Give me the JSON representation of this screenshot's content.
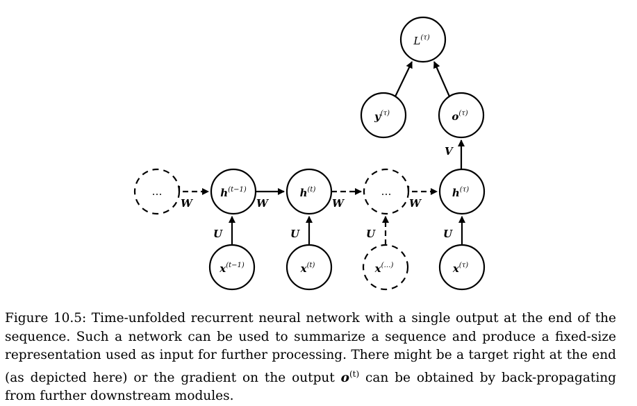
{
  "diagram": {
    "nodes": {
      "h_prev_dots": "…",
      "h_t_minus_1": {
        "base": "h",
        "sup": "(t−1)"
      },
      "h_t": {
        "base": "h",
        "sup": "(t)"
      },
      "h_dots": "…",
      "h_tau": {
        "base": "h",
        "sup": "(τ)"
      },
      "x_t_minus_1": {
        "base": "x",
        "sup": "(t−1)"
      },
      "x_t": {
        "base": "x",
        "sup": "(t)"
      },
      "x_dots": {
        "base": "x",
        "sup": "(…)"
      },
      "x_tau": {
        "base": "x",
        "sup": "(τ)"
      },
      "o_tau": {
        "base": "o",
        "sup": "(τ)"
      },
      "y_tau": {
        "base": "y",
        "sup": "(τ)"
      },
      "L_tau": {
        "base": "L",
        "sup": "(τ)"
      }
    },
    "edge_labels": {
      "W": "W",
      "U": "U",
      "V": "V"
    }
  },
  "caption": {
    "lead": "Figure 10.5: Time-unfolded recurrent neural network with a single output at the end of the sequence. Such a network can be used to summarize a sequence and produce a fixed-size representation used as input for further processing. There might be a target right at the end (as depicted here) or the gradient on the output ",
    "symbol": "o",
    "symbol_sup": "(t)",
    "tail": " can be obtained by back-propagating from further downstream modules."
  }
}
